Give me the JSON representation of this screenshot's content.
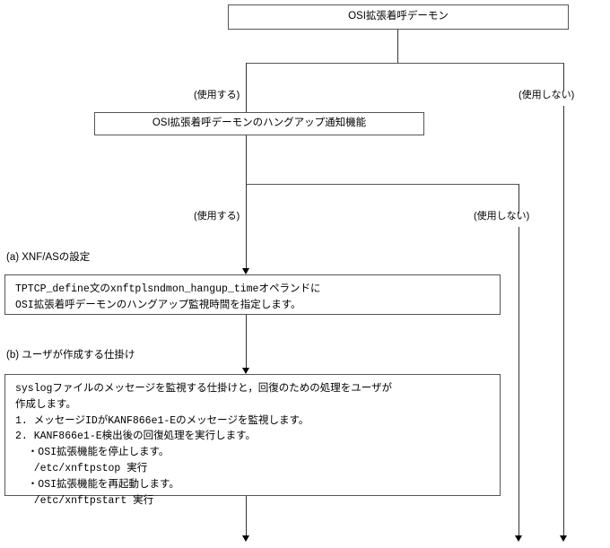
{
  "diagram": {
    "title": "OSI拡張着呼デーモン ハングアップ通知機能 設定フロー",
    "nodes": {
      "root": "OSI拡張着呼デーモン",
      "hangup_notify": "OSI拡張着呼デーモンのハングアップ通知機能",
      "xnf_as_box": "TPTCP_define文のxnftplsndmon_hangup_timeオペランドに\nOSI拡張着呼デーモンのハングアップ監視時間を指定します。",
      "user_mechanism_box": "syslogファイルのメッセージを監視する仕掛けと，回復のための処理をユーザが\n作成します。\n1. メッセージIDがKANF866e1-Eのメッセージを監視します。\n2. KANF866e1-E検出後の回復処理を実行します。\n  ・OSI拡張機能を停止します。\n   /etc/xnftpstop 実行\n  ・OSI拡張機能を再起動します。\n   /etc/xnftpstart 実行"
    },
    "captions": {
      "xnf_as": "(a) XNF/ASの設定",
      "user_mechanism": "(b) ユーザが作成する仕掛け"
    },
    "edge_labels": {
      "use_1": "(使用する)",
      "not_use_1": "(使用しない)",
      "use_2": "(使用する)",
      "not_use_2": "(使用しない)"
    },
    "colors": {
      "line": "#555555",
      "stroke": "#333333",
      "text": "#000000",
      "background": "#ffffff"
    }
  }
}
